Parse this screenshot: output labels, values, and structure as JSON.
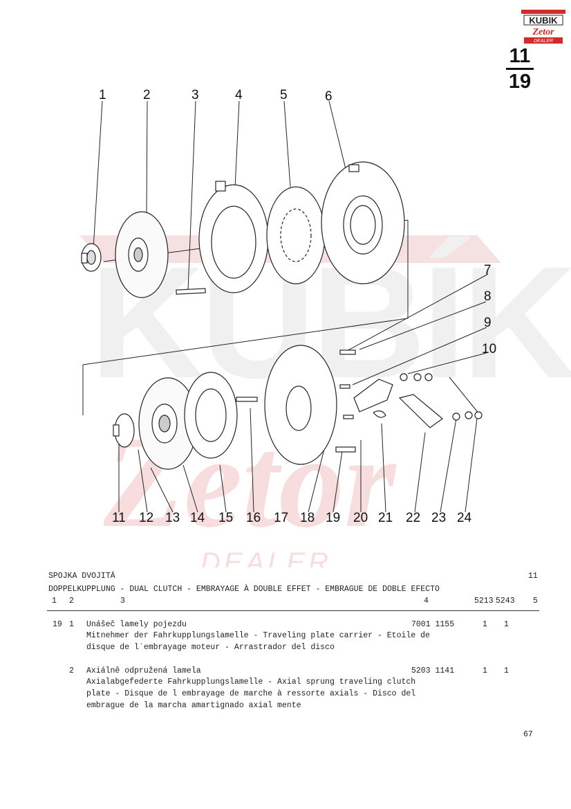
{
  "brand": {
    "name": "KUBIK",
    "sub": "Zetor",
    "tag": "DEALER"
  },
  "section": {
    "top": "11",
    "bottom": "19"
  },
  "callouts": [
    "1",
    "2",
    "3",
    "4",
    "5",
    "6",
    "7",
    "8",
    "9",
    "10",
    "11",
    "12",
    "13",
    "14",
    "15",
    "16",
    "17",
    "18",
    "19",
    "20",
    "21",
    "22",
    "23",
    "24"
  ],
  "watermark": {
    "word": "KUBÍK",
    "script": "Zetor",
    "dealer": "DEALER"
  },
  "table": {
    "title_cz": "SPOJKA DVOJITÁ",
    "title_multi": "DOPPELKUPPLUNG - DUAL CLUTCH - EMBRAYAGE À DOUBLE EFFET - EMBRAGUE DE DOBLE EFECTO",
    "section_no": "11",
    "col_headers": {
      "c1": "1",
      "c2": "2",
      "c3": "3",
      "c4": "4",
      "c5a": "5213",
      "c5b": "5243",
      "c6": "5"
    },
    "rows": [
      {
        "fig": "19",
        "pos": "1",
        "desc": [
          "Unášeč lamely pojezdu",
          "Mitnehmer der Fahrkupplungslamelle - Traveling plate carrier - Etoile de",
          "disque de l`embrayage moteur - Arrastrador del disco"
        ],
        "part_no": "7001 1155",
        "q1": "1",
        "q2": "1"
      },
      {
        "fig": "",
        "pos": "2",
        "desc": [
          "Axiálně odpružená lamela",
          "Axialabgefederte Fahrkupplungslamelle - Axial sprung traveling clutch",
          "plate - Disque de l embrayage de marche à ressorte axials - Disco del",
          "embrague de la marcha amartignado axial mente"
        ],
        "part_no": "5203 1141",
        "q1": "1",
        "q2": "1"
      }
    ]
  },
  "page_number": "67"
}
